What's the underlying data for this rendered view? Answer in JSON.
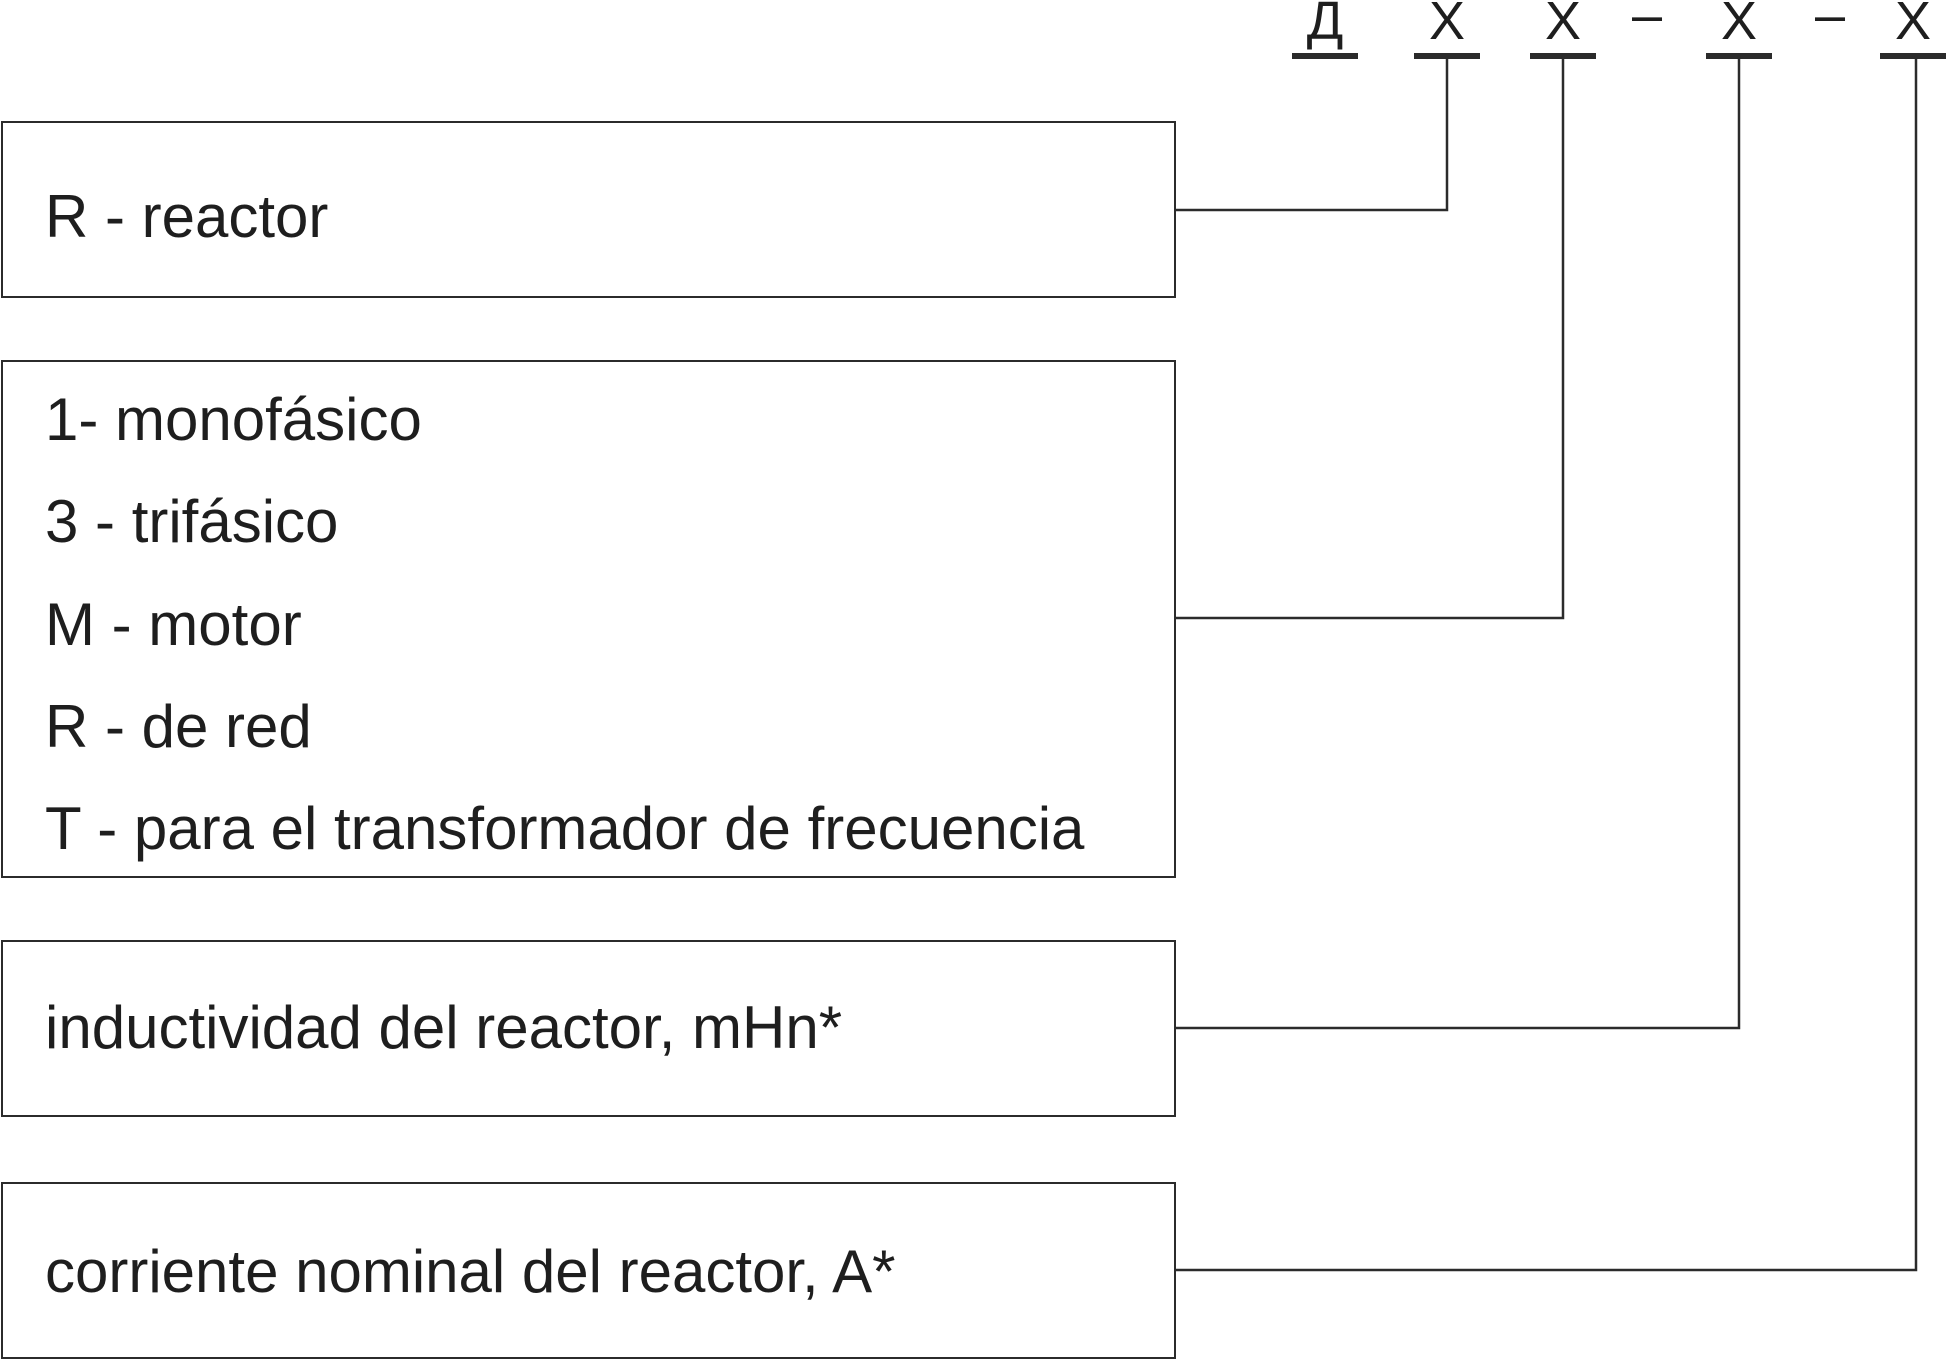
{
  "code": {
    "chars": [
      "Д",
      "X",
      "X",
      "X",
      "X"
    ],
    "separators": [
      "–",
      "–"
    ]
  },
  "boxes": [
    {
      "lines": [
        "R - reactor"
      ]
    },
    {
      "lines": [
        "1- monofásico",
        "3 - trifásico",
        "M - motor",
        "R - de red",
        "T - para el transformador de frecuencia"
      ]
    },
    {
      "lines": [
        "inductividad del reactor, mHn*"
      ]
    },
    {
      "lines": [
        "corriente nominal del reactor, A*"
      ]
    }
  ],
  "colors": {
    "line": "#2b2b2b",
    "text": "#1e1e1e"
  }
}
